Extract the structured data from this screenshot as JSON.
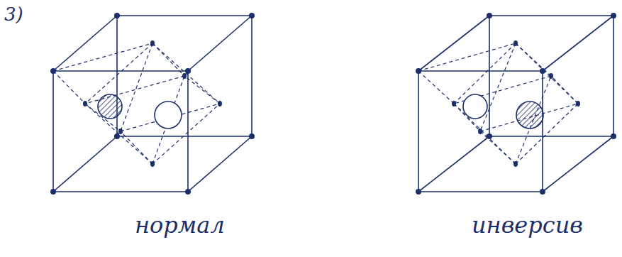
{
  "diagram": {
    "labels": [
      "3)",
      "нормал",
      "инверсив"
    ]
  }
}
